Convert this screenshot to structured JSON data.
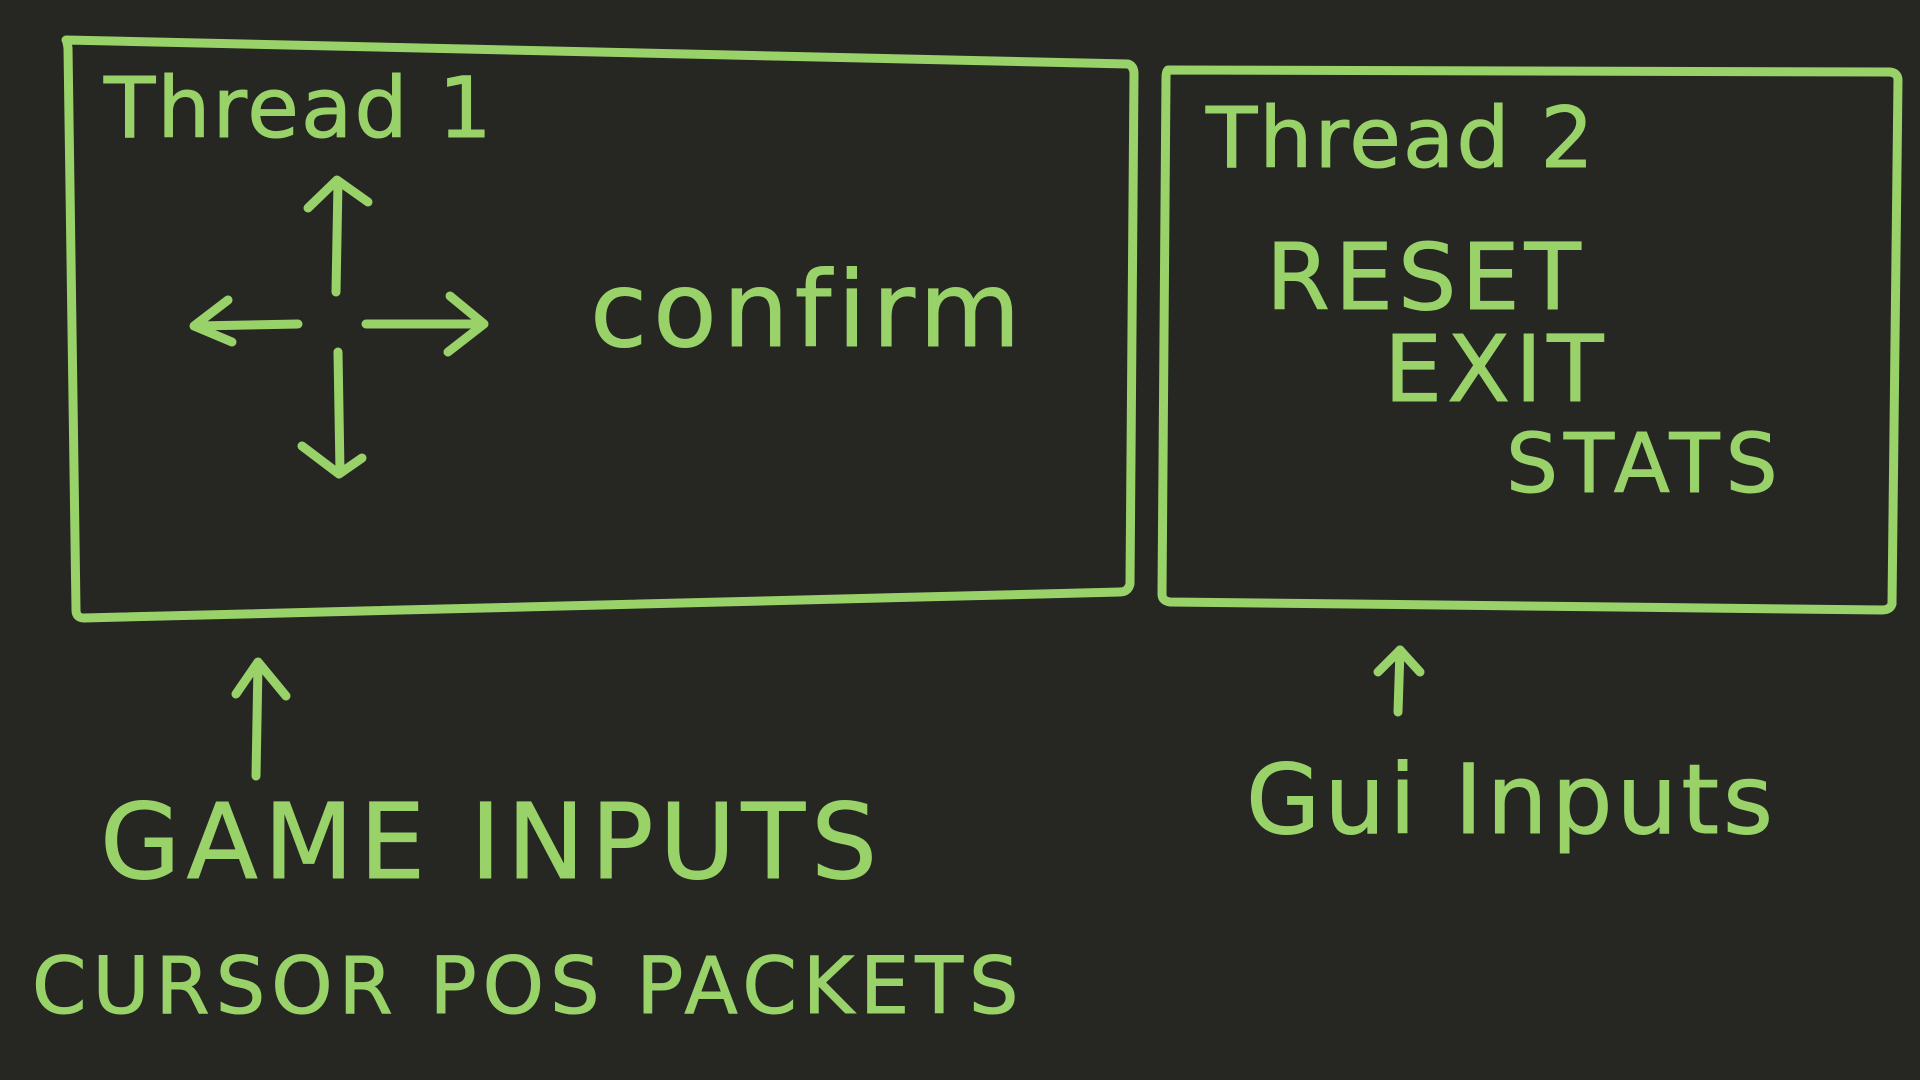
{
  "canvas": {
    "background": "#262723",
    "ink": "#9ad26a"
  },
  "thread1": {
    "title": "Thread 1",
    "action": "confirm",
    "icons": [
      "arrow-up-icon",
      "arrow-down-icon",
      "arrow-left-icon",
      "arrow-right-icon"
    ]
  },
  "thread2": {
    "title": "Thread 2",
    "items": [
      "RESET",
      "EXIT",
      "STATS"
    ]
  },
  "inputs": {
    "game": "GAME INPUTS",
    "cursor": "CURSOR POS PACKETS",
    "gui": "Gui Inputs"
  }
}
